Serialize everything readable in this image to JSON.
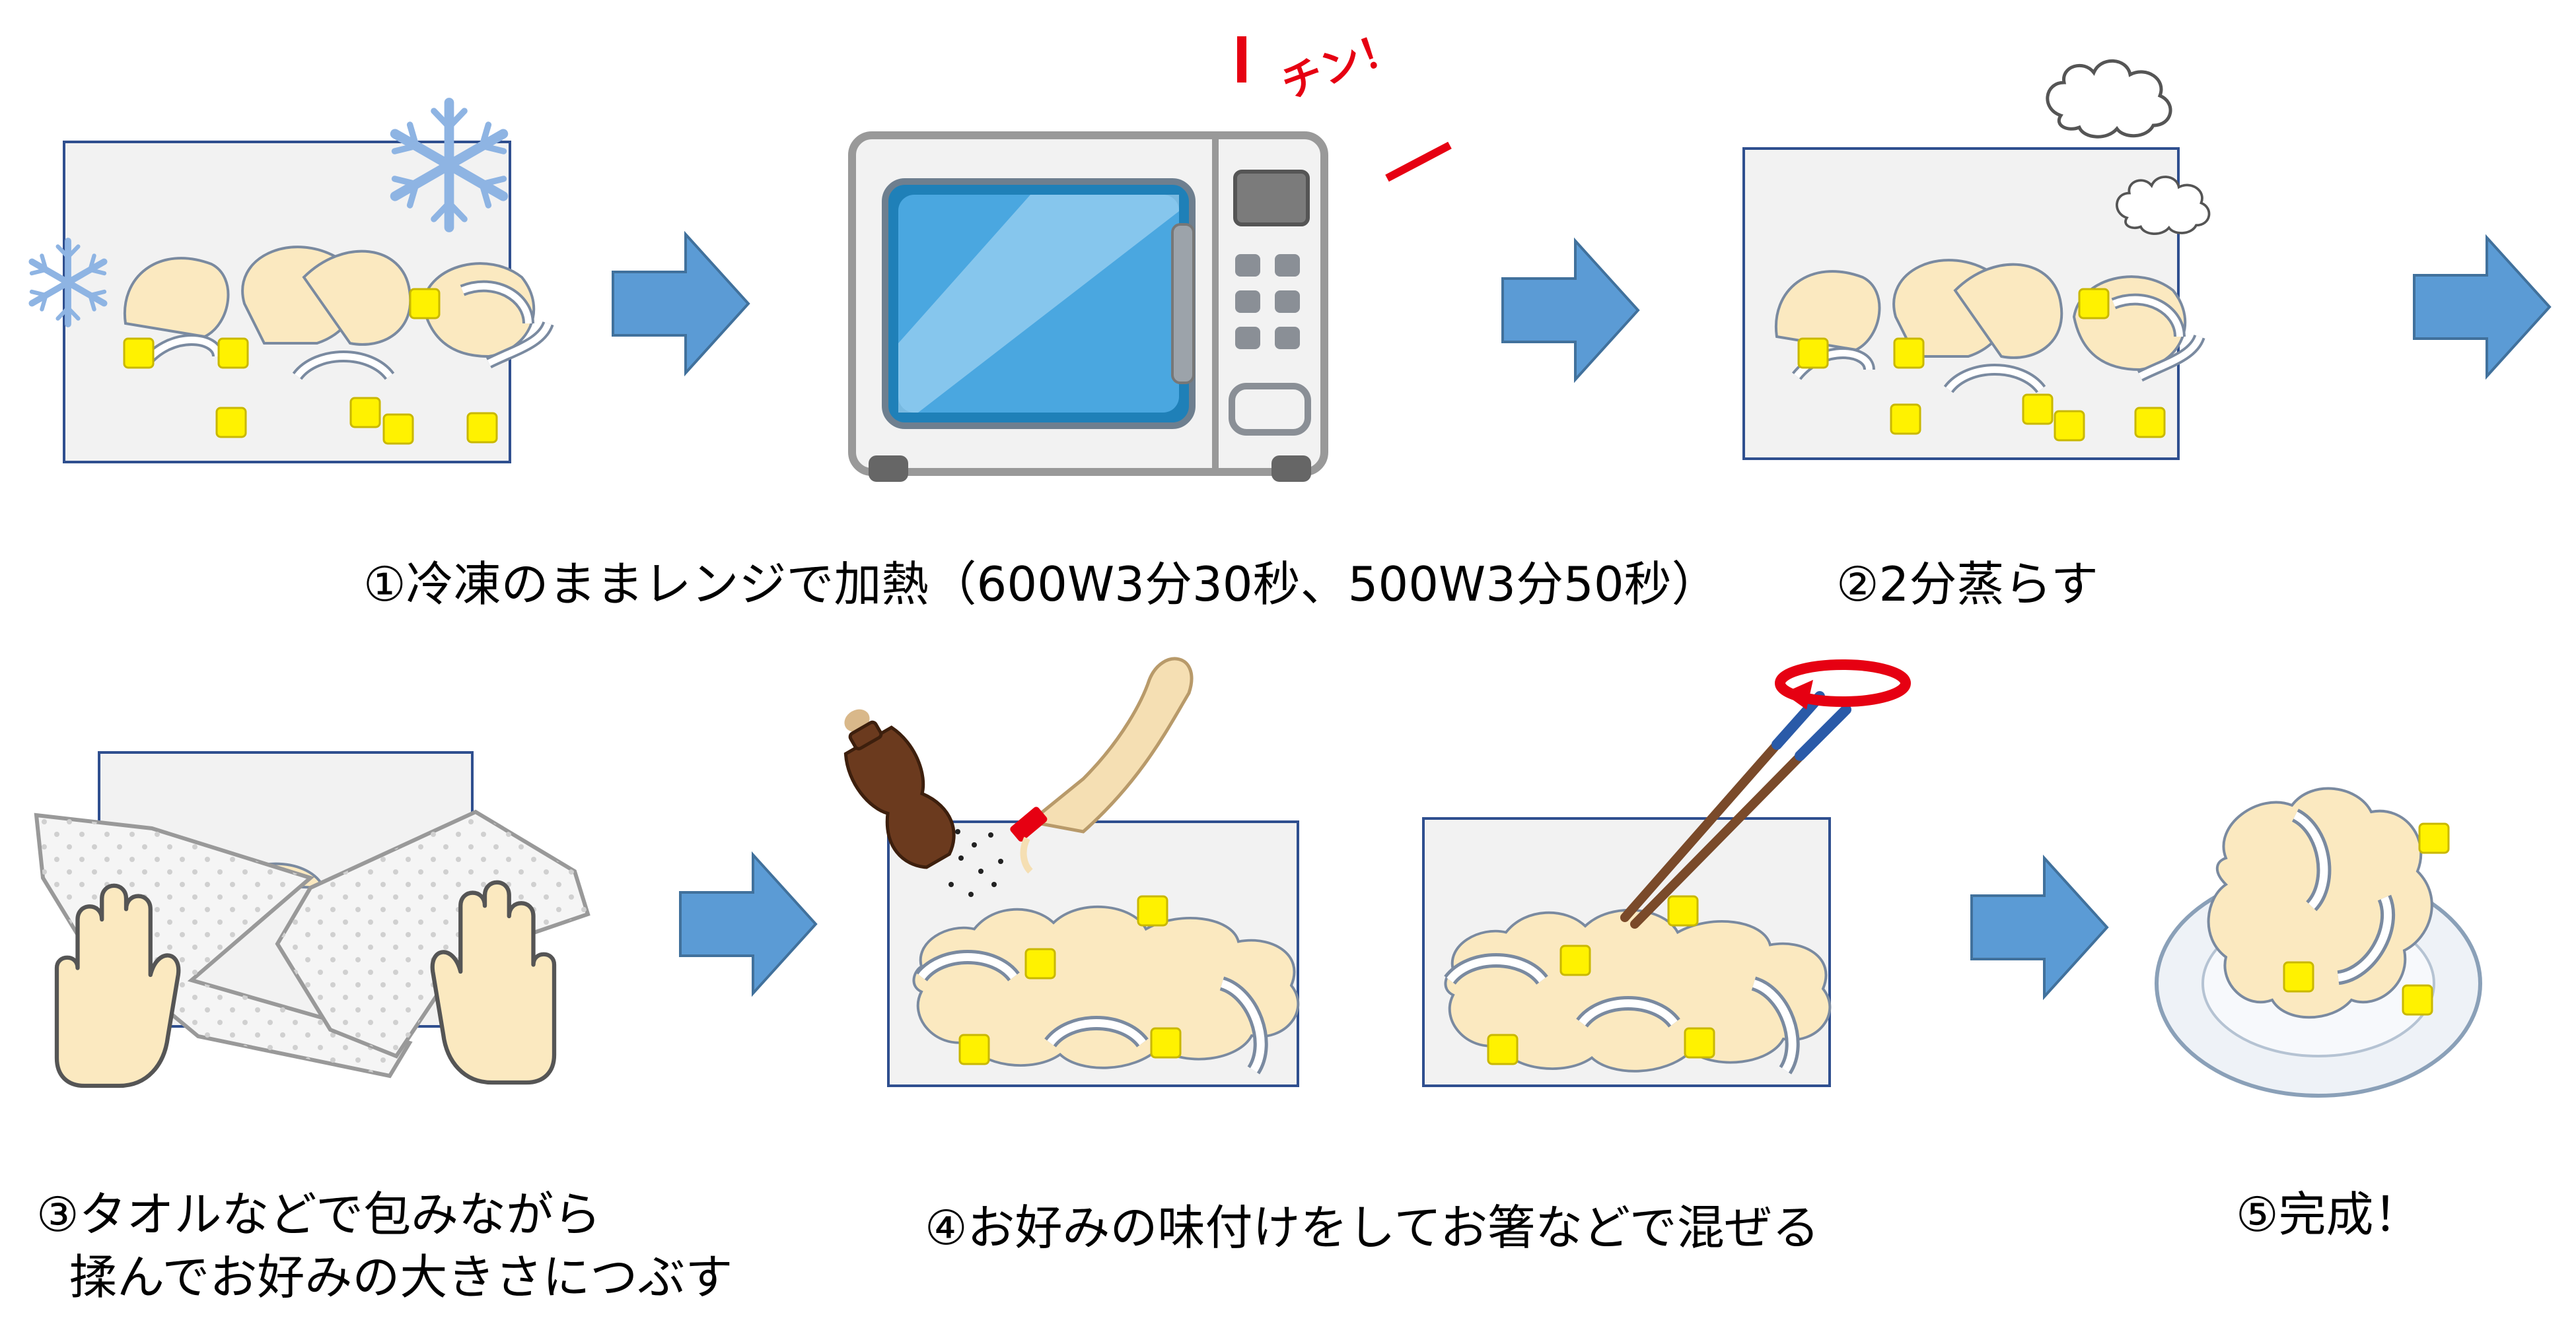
{
  "captions": {
    "step1": "①冷凍のままレンジで加熱（600W3分30秒、500W3分50秒）",
    "step2": "②2分蒸らす",
    "step3_line1": "③タオルなどで包みながら",
    "step3_line2": "揉んでお好みの大きさにつぶす",
    "step4": "④お好みの味付けをしてお箸などで混ぜる",
    "step5": "⑤完成！"
  },
  "sound_effect": "チン！",
  "icons": {
    "snowflake": "snowflake-icon",
    "microwave": "microwave-icon",
    "steam": "steam-cloud-icon",
    "towel": "towel-icon",
    "hand": "hand-icon",
    "pepper_mill": "pepper-mill-icon",
    "sauce_bottle": "sauce-bottle-icon",
    "chopsticks": "chopsticks-icon",
    "rotate": "rotate-arrow-icon",
    "plate": "plate-icon",
    "flow_arrow": "right-arrow-icon"
  },
  "colors": {
    "arrow": "#5b9bd5",
    "arrow_border": "#41719c",
    "potato": "#fbe9c0",
    "butter": "#fff200",
    "snowflake": "#8eb4e3",
    "microwave_window": "#4aa7e0",
    "sfx": "#e60012"
  }
}
